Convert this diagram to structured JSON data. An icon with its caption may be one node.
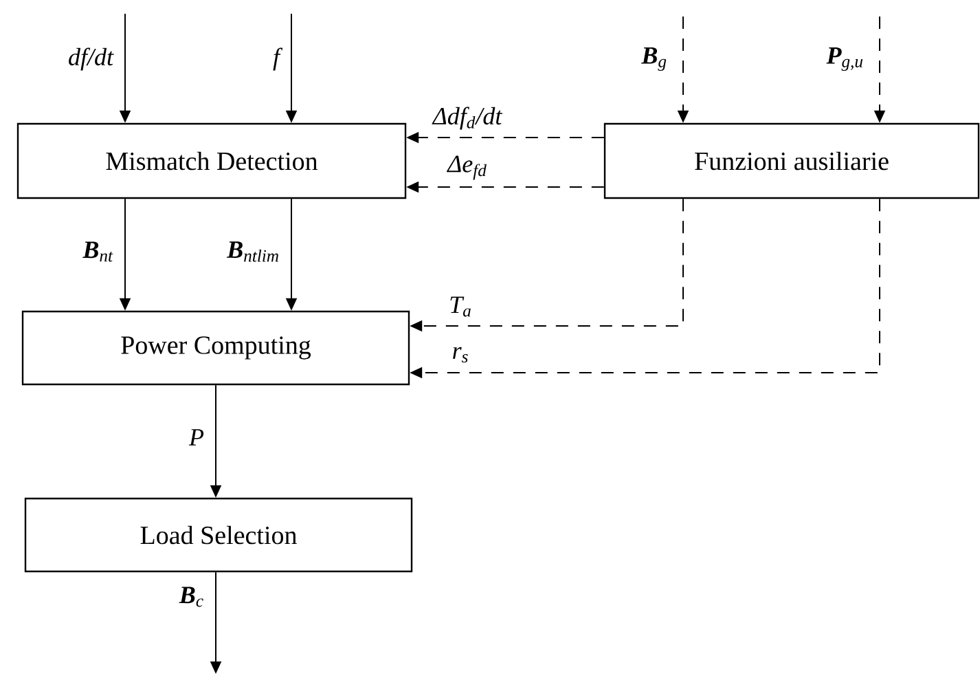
{
  "diagram": {
    "nodes": [
      {
        "text": [
          "Mismatch Detection"
        ]
      },
      {
        "text": [
          "Funzioni ausiliarie"
        ]
      },
      {
        "text": [
          "Power Computing"
        ]
      },
      {
        "text": [
          "Load Selection"
        ]
      }
    ],
    "edges": [
      {
        "from": null,
        "to": 0,
        "arrow": "to",
        "label": "df/dt"
      },
      {
        "from": null,
        "to": 0,
        "arrow": "to",
        "label": "f"
      },
      {
        "from": null,
        "to": 1,
        "arrow": "to",
        "label": "**B**$_{g}$",
        "style": "dashed"
      },
      {
        "from": null,
        "to": 1,
        "arrow": "to",
        "label": "**P**$_{g,u}$",
        "style": "dashed"
      },
      {
        "from": 1,
        "to": 0,
        "arrow": "to",
        "label": "Δdf$_{d}$/dt",
        "style": "dashed"
      },
      {
        "from": 1,
        "to": 0,
        "arrow": "to",
        "label": "Δe$_{fd}$",
        "style": "dashed"
      },
      {
        "from": 0,
        "to": 2,
        "arrow": "to",
        "label": "**B**$_{nt}$"
      },
      {
        "from": 0,
        "to": 2,
        "arrow": "to",
        "label": "**B**$_{ntlim}$"
      },
      {
        "from": 1,
        "to": 2,
        "arrow": "to",
        "label": "T$_{a}$",
        "style": "dashed"
      },
      {
        "from": 1,
        "to": 2,
        "arrow": "to",
        "label": "r$_{s}$",
        "style": "dashed"
      },
      {
        "from": 2,
        "to": 3,
        "arrow": "to",
        "label": "P"
      },
      {
        "from": 3,
        "to": null,
        "arrow": "to",
        "label": "**B**$_{c}$"
      }
    ]
  }
}
